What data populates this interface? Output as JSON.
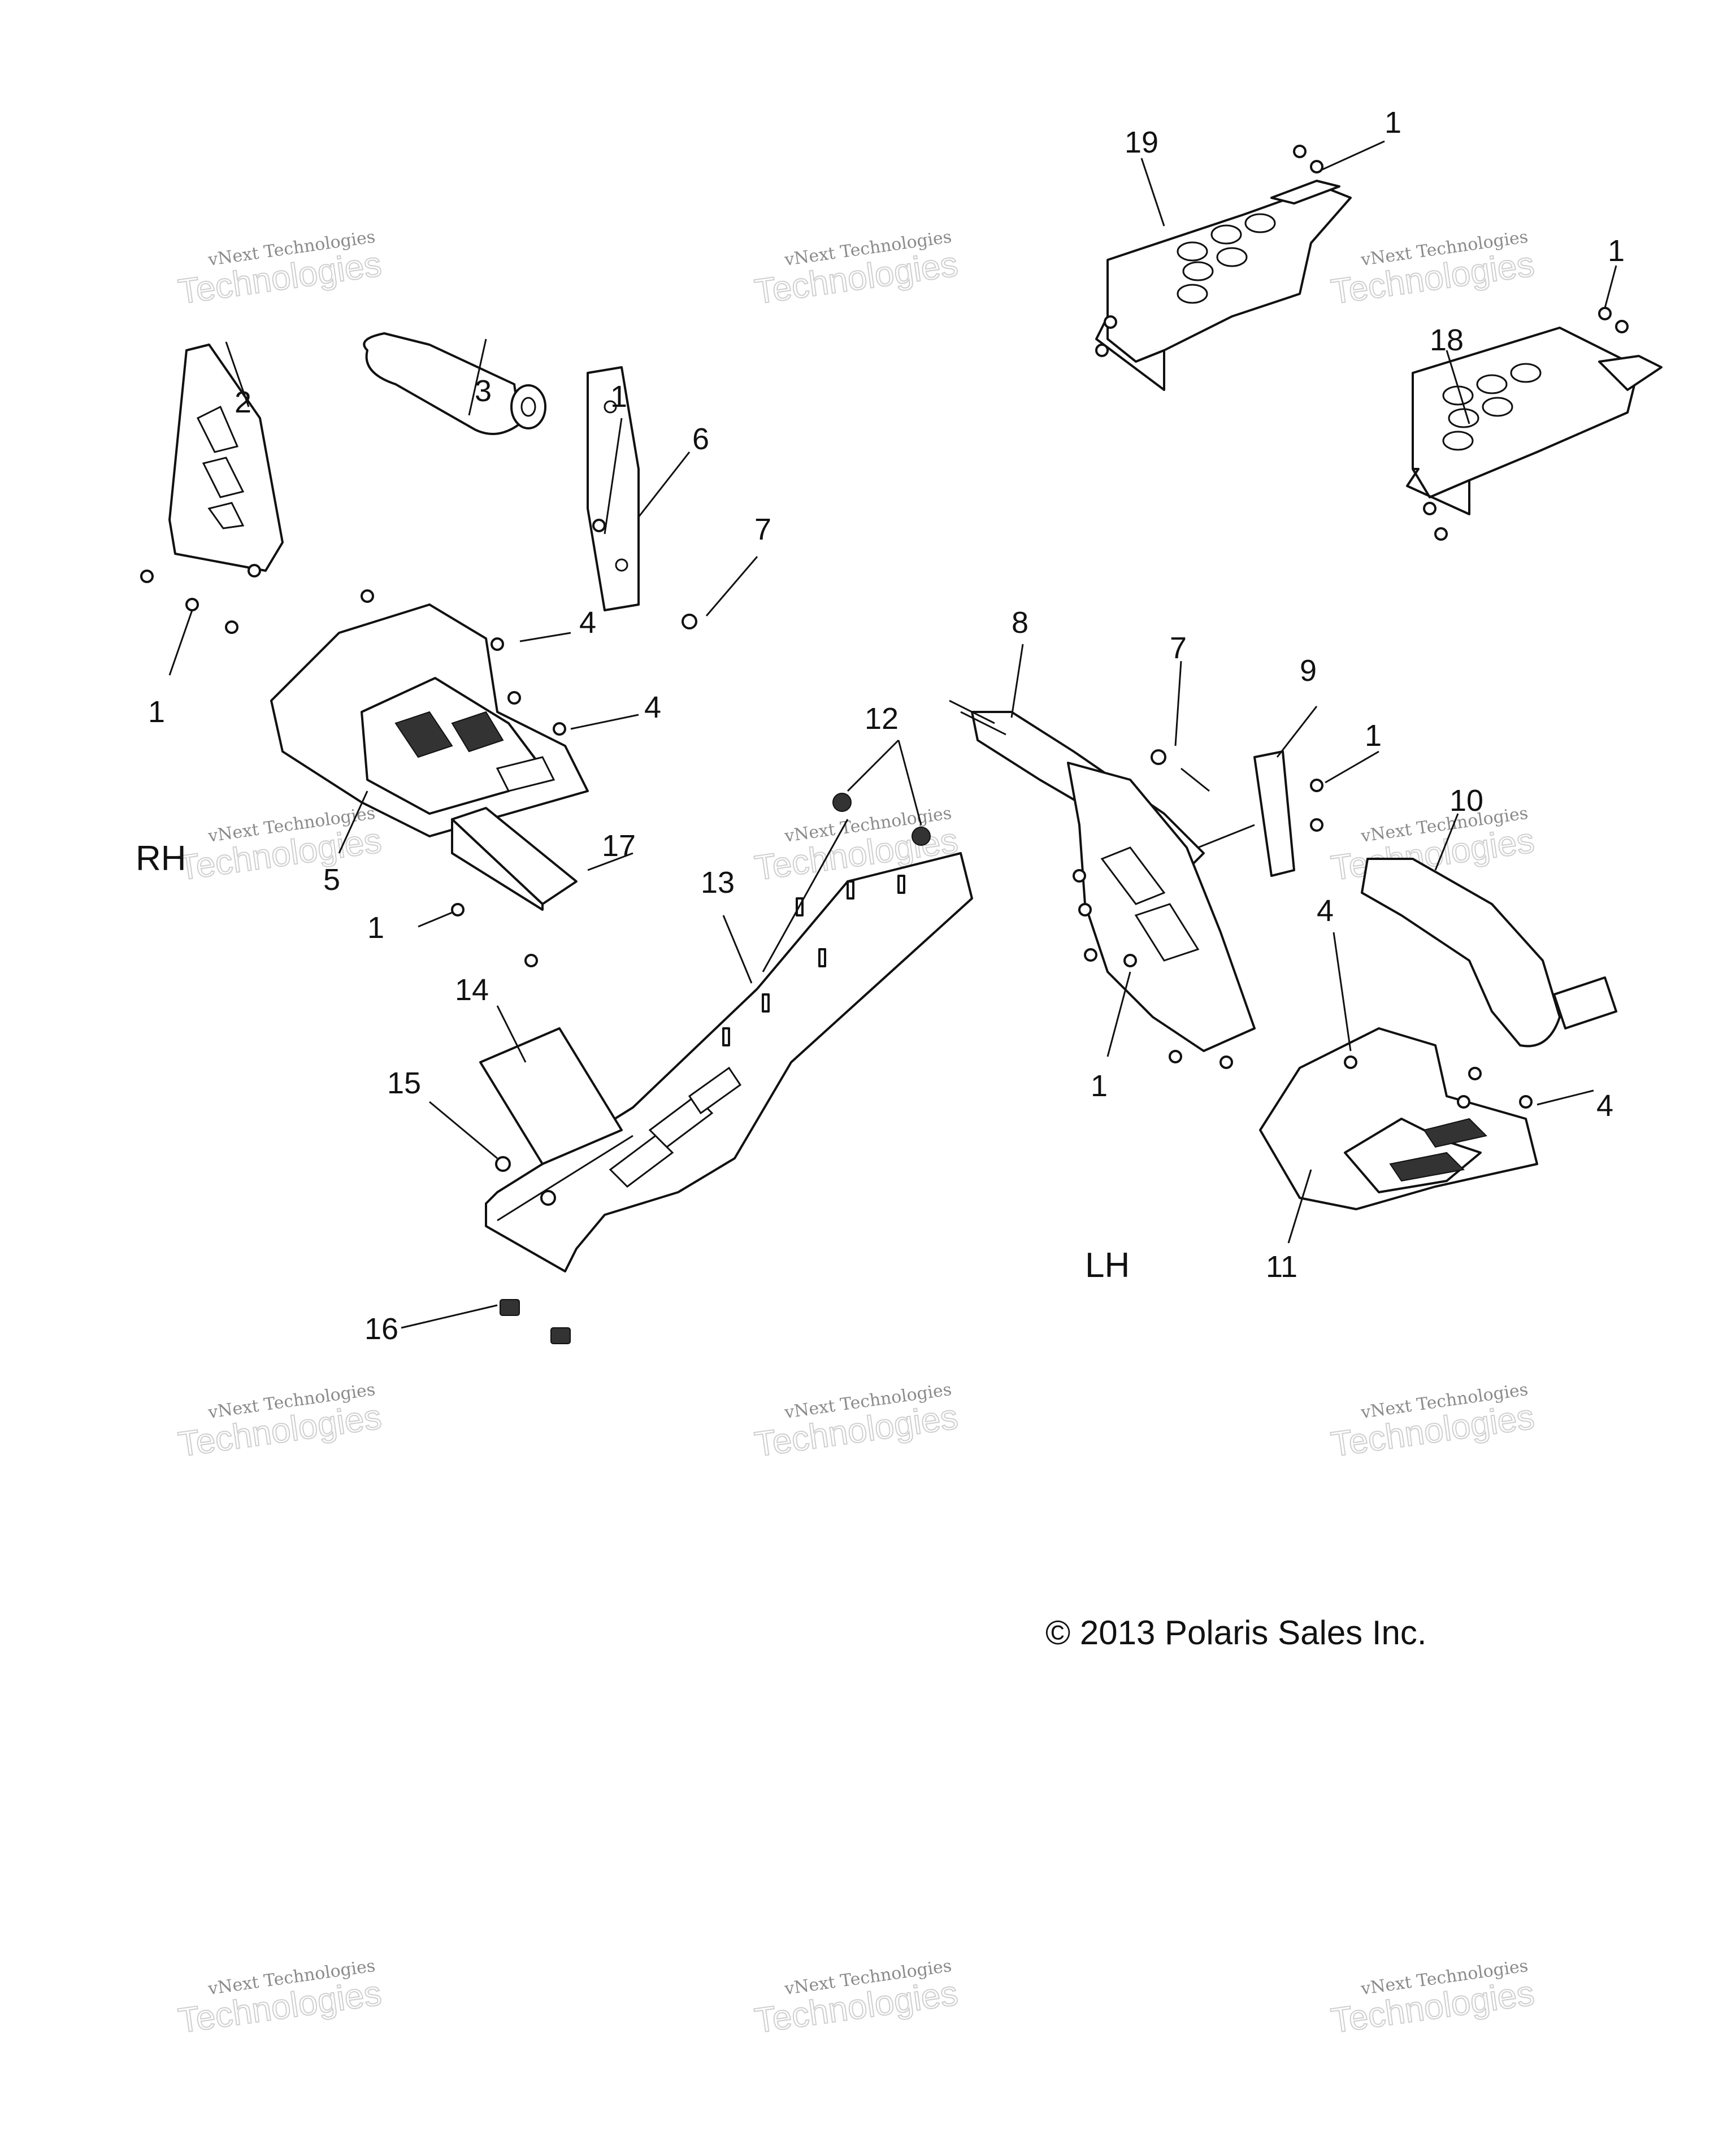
{
  "callouts": [
    "1",
    "2",
    "3",
    "4",
    "5",
    "6",
    "7",
    "8",
    "9",
    "10",
    "11",
    "12",
    "13",
    "14",
    "15",
    "16",
    "17",
    "18",
    "19"
  ],
  "side_labels": {
    "rh": "RH",
    "lh": "LH"
  },
  "copyright": "© 2013 Polaris Sales Inc.",
  "watermark": {
    "line1": "vNext Technologies",
    "line2": "Technologies"
  }
}
